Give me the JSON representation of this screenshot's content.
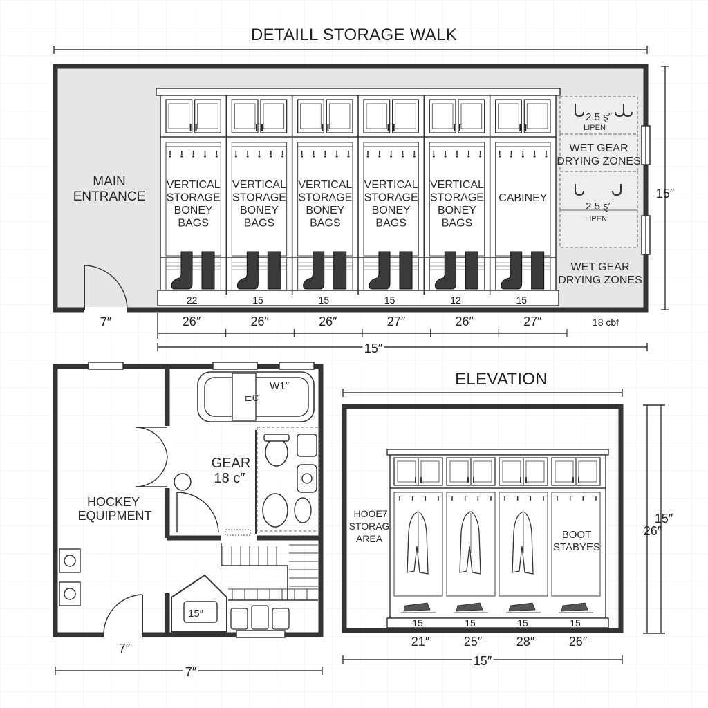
{
  "plan": {
    "title": "DETAILL STORAGE WALK",
    "entrance_label": [
      "MAIN",
      "ENTRANCE"
    ],
    "bay_labels": [
      [
        "VERTICAL",
        "STORAGE",
        "BONEY",
        "BAGS"
      ],
      [
        "VERTICAL",
        "STORAGE",
        "BONEY",
        "BAGS"
      ],
      [
        "VERTICAL",
        "STORAGE",
        "BONEY",
        "BAGS"
      ],
      [
        "VERTICAL",
        "STORAGE",
        "BONEY",
        "BAGS"
      ],
      [
        "VERTICAL",
        "STORAGE",
        "BONEY",
        "BAGS"
      ],
      [
        "CABINEY"
      ]
    ],
    "bench_numbers": [
      "22",
      "15",
      "15",
      "15",
      "12",
      "15"
    ],
    "bay_widths": [
      "26″",
      "26″",
      "26″",
      "27″",
      "26″",
      "27″"
    ],
    "door_dim": "7″",
    "total_dim": "15″",
    "right_dim": "15″",
    "cbf_note": "18 cbf",
    "drying": {
      "zone1_size": "2.5 ȿ″",
      "zone1_sub": "LIPEN",
      "zone_label": [
        "WET GEAR",
        "DRYING ZONES"
      ],
      "zone2_size": "2.5 ȿ″",
      "zone2_sub": "LIPEN",
      "zone_label2": [
        "WET GEAR",
        "DRYING ZONES"
      ]
    }
  },
  "floorplan": {
    "hockey_label": [
      "HOCKEY",
      "EQUIPMENT"
    ],
    "gear_label": [
      "GEAR",
      "18 c″"
    ],
    "tub_label": "W1″",
    "tub_sub": "⊏C",
    "closet_label": "15″",
    "bottom_dim": "7″",
    "overall_dim": "7″"
  },
  "elevation": {
    "title": "ELEVATION",
    "left_label": [
      "HOOE7",
      "STORAG",
      "AREA"
    ],
    "right_label": [
      "BOOT",
      "STABYES"
    ],
    "bench_numbers": [
      "15",
      "15",
      "15",
      "15"
    ],
    "widths": [
      "21″",
      "25″",
      "28″",
      "26″"
    ],
    "bottom_dim": "15″",
    "right_dim_a": "15″",
    "right_dim_b": "26″"
  },
  "colors": {
    "wall": "#333333",
    "floor_fill": "#e6e6e6",
    "paper": "#ffffff"
  }
}
